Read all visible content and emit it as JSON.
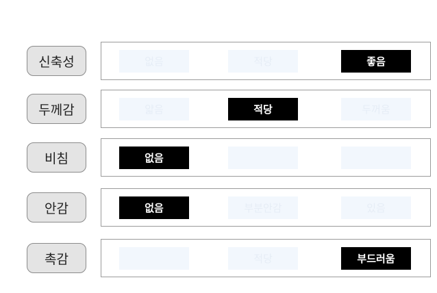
{
  "rows": [
    {
      "label": "신축성",
      "options": [
        "없음",
        "적당",
        "좋음"
      ],
      "selected": 2
    },
    {
      "label": "두께감",
      "options": [
        "얇음",
        "적당",
        "두꺼움"
      ],
      "selected": 1
    },
    {
      "label": "비침",
      "options": [
        "없음",
        "",
        ""
      ],
      "selected": 0
    },
    {
      "label": "안감",
      "options": [
        "없음",
        "부분안감",
        "있음"
      ],
      "selected": 0
    },
    {
      "label": "촉감",
      "options": [
        "",
        "적당",
        "부드러움"
      ],
      "selected": 2
    }
  ],
  "colors": {
    "selected_bg": "#000000",
    "selected_text": "#ffffff",
    "label_bg": "#e4e4e4",
    "unselected_bg": "#f2f7fd"
  }
}
